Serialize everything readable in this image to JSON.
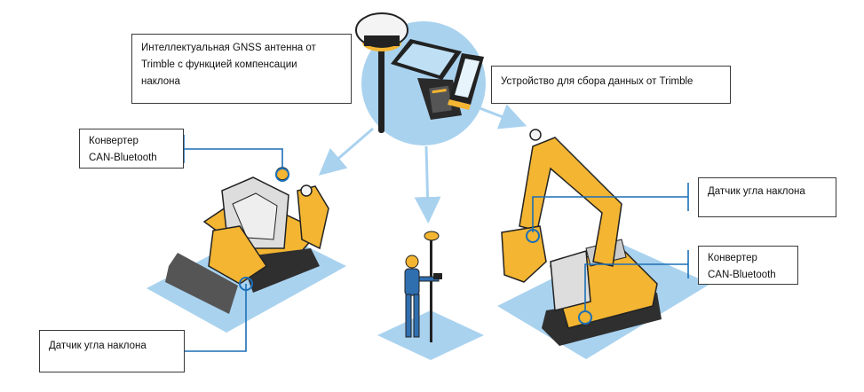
{
  "colors": {
    "accent_blue": "#1c6fb6",
    "light_blue": "#a9d2ef",
    "machine_yellow": "#f3b532",
    "dark": "#3a3a3a"
  },
  "callouts": {
    "gnss_antenna": {
      "lines": [
        "Интеллектуальная GNSS антенна от",
        "Trimble с функцией компенсации",
        "наклона"
      ]
    },
    "data_collector": {
      "lines": [
        "Устройство для сбора данных от Trimble"
      ]
    },
    "converter_left": {
      "lines": [
        "Конвертер",
        "CAN-Bluetooth"
      ]
    },
    "tilt_sensor_left": {
      "lines": [
        "Датчик угла наклона"
      ]
    },
    "tilt_sensor_right": {
      "lines": [
        "Датчик угла наклона"
      ]
    },
    "converter_right": {
      "lines": [
        "Конвертер",
        "CAN-Bluetooth"
      ]
    }
  },
  "icons": [
    "gnss-antenna-icon",
    "tablet-icon",
    "handheld-controller-icon",
    "phone-icon",
    "skid-steer-loader-icon",
    "surveyor-with-rover-pole-icon",
    "excavator-icon"
  ]
}
